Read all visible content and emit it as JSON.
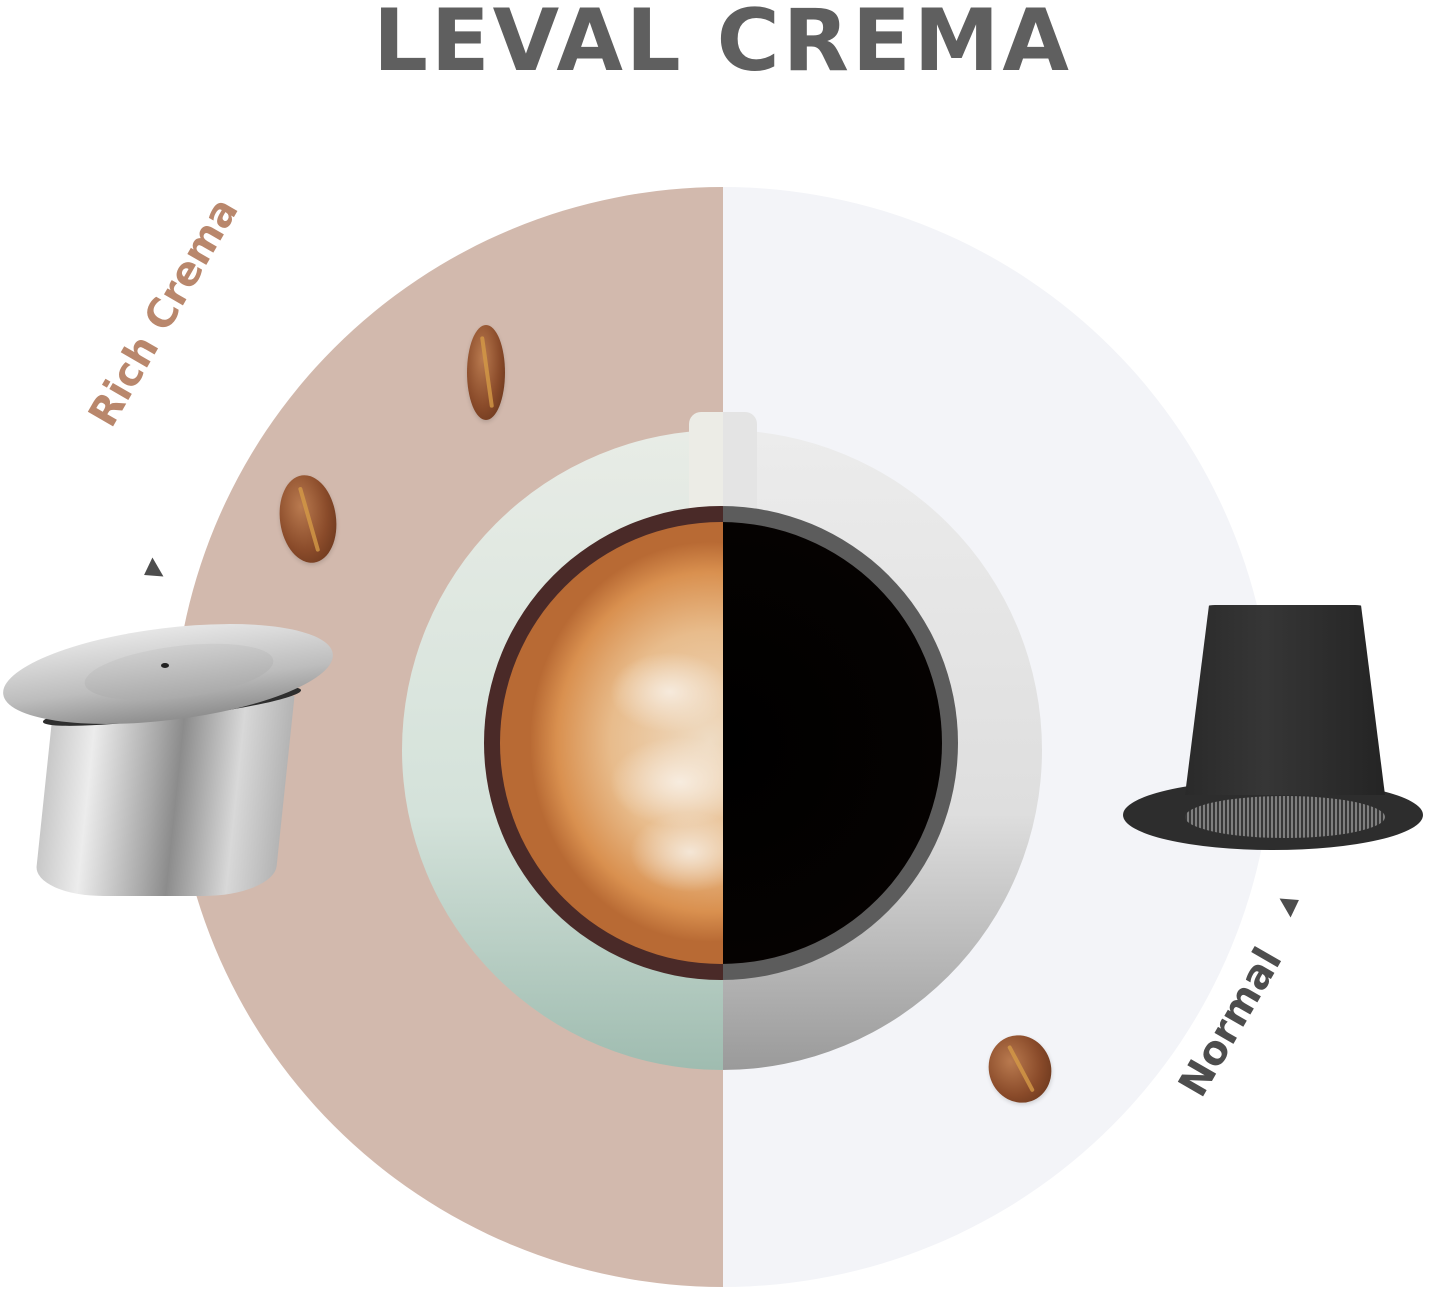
{
  "title": "LEVAL CREMA",
  "labels": {
    "left": "Rich Crema",
    "right": "Normal"
  },
  "colors": {
    "title": "#5f5f5f",
    "left_half": "#d2b9ad",
    "right_half": "#f3f4f8",
    "rich_label": "#b9876c",
    "normal_label": "#4d4d4d",
    "arrow": "#4d4d4d"
  },
  "icons": {
    "left_arrow": "triangle-left-icon",
    "right_arrow": "triangle-right-icon"
  },
  "products": {
    "left": "stainless-steel-capsule",
    "right": "black-plastic-capsule"
  },
  "comparison": {
    "left_cup": "coffee with crema foam",
    "right_cup": "black coffee"
  }
}
